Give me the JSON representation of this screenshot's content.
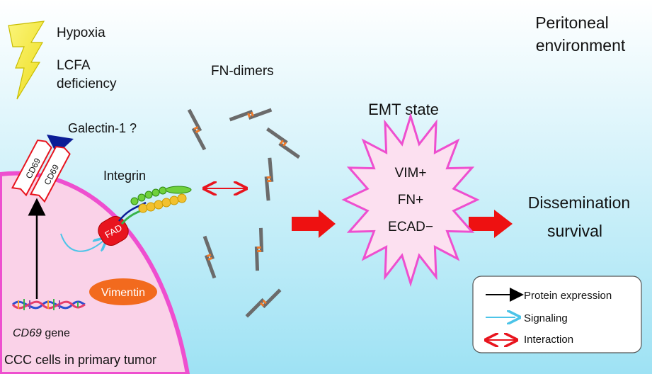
{
  "environment": {
    "line1": "Peritoneal",
    "line2": "environment"
  },
  "stressors": {
    "hypoxia": "Hypoxia",
    "lcfa_line1": "LCFA",
    "lcfa_line2": "deficiency"
  },
  "labels": {
    "galectin": "Galectin-1 ?",
    "cd69_protein": "CD69",
    "integrin": "Integrin",
    "fad": "FAD",
    "vimentin": "Vimentin",
    "cd69_gene_italic": "CD69",
    "gene_suffix": " gene",
    "ccc_cells": "CCC cells in primary tumor",
    "fn_dimers": "FN-dimers"
  },
  "emt": {
    "title": "EMT state",
    "markers": [
      "VIM+",
      "FN+",
      "ECAD−"
    ]
  },
  "outcome": {
    "line1": "Dissemination",
    "line2": "survival"
  },
  "legend": {
    "items": [
      {
        "label": "Protein expression",
        "color": "#000000"
      },
      {
        "label": "Signaling",
        "color": "#4cc4e8"
      },
      {
        "label": "Interaction",
        "color": "#e8141e"
      }
    ]
  },
  "colors": {
    "background_top": "#ffffff",
    "background_bottom": "#9ee2f4",
    "cell_fill": "#fad2e8",
    "cell_border": "#ee4fcf",
    "burst_fill": "#fce0f0",
    "burst_border": "#ee4fcf",
    "block_arrow": "#ee1111",
    "lightning": "#f7ef3c",
    "fn_gray": "#6b6b6b",
    "fn_orange": "#f07a28",
    "vimentin": "#f26a1e",
    "fad": "#e8141e",
    "galectin_triangle": "#0b1d96"
  }
}
